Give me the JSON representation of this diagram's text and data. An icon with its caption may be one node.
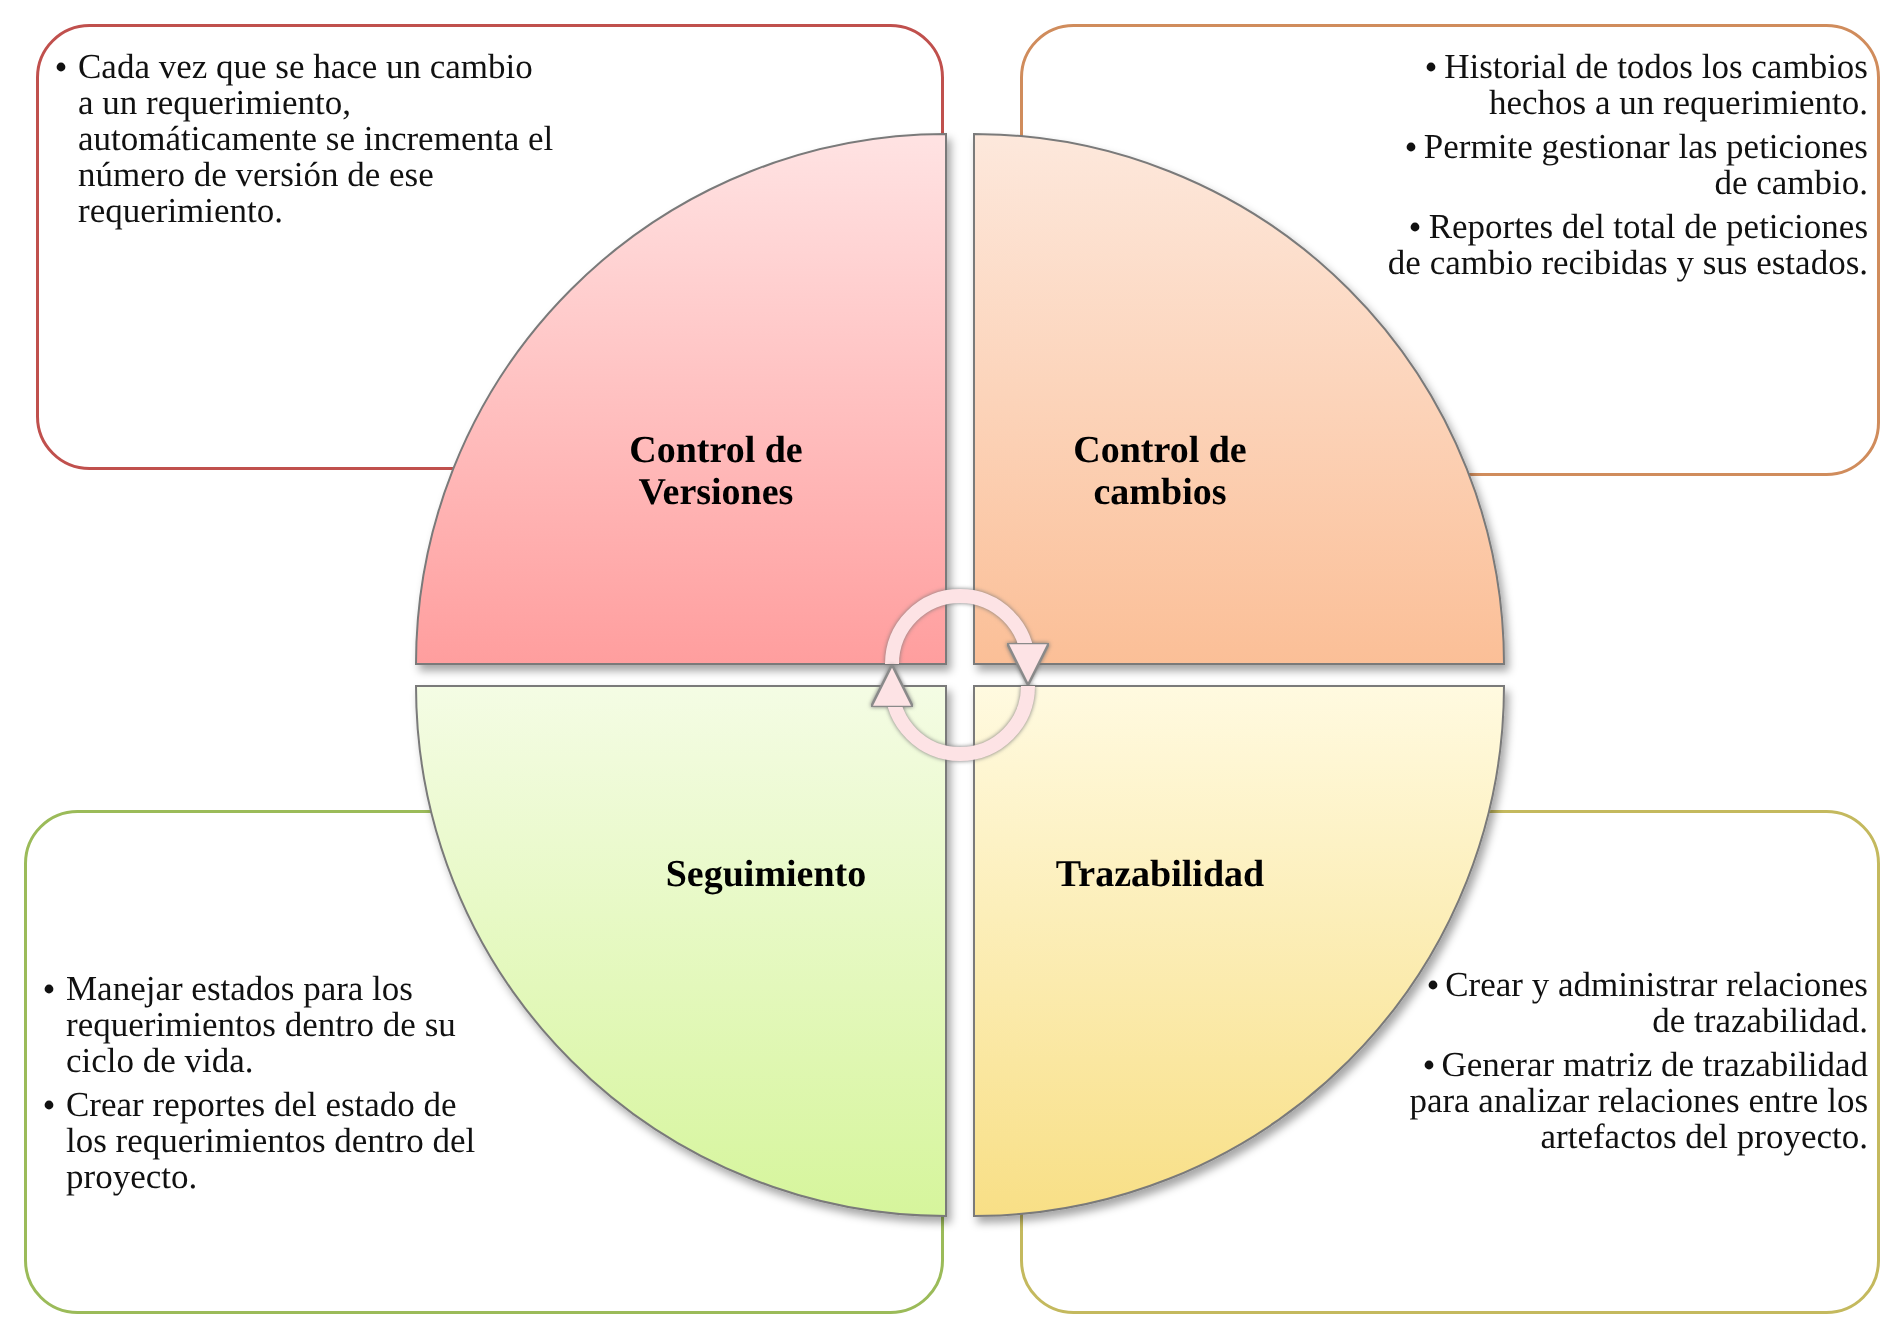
{
  "diagram": {
    "nodes": [
      {
        "text": [
          "Cada vez que se hace un cambio a un requerimiento, automáticamente se incrementa el número de versión de ese requerimiento."
        ]
      },
      {
        "text": [
          "Historial de todos los cambios hechos a un requerimiento.",
          "Permite gestionar las peticiones de cambio.",
          "Reportes del total de peticiones de cambio recibidas y sus estados."
        ]
      },
      {
        "text": [
          "Control de Versiones"
        ]
      },
      {
        "text": [
          "Control de cambios"
        ]
      },
      {
        "text": [
          "Seguimiento"
        ]
      },
      {
        "text": [
          "Trazabilidad"
        ]
      },
      {
        "text": [
          "Manejar estados para los requerimientos dentro de su ciclo de vida.",
          "Crear reportes del estado de los requerimientos dentro del proyecto."
        ]
      },
      {
        "text": [
          "Crear y administrar relaciones de trazabilidad.",
          "Generar matriz de trazabilidad para analizar relaciones entre los artefactos del proyecto."
        ]
      }
    ],
    "edges": [
      {
        "from": 2,
        "to": 3,
        "arrow": "to"
      },
      {
        "from": 5,
        "to": 4,
        "arrow": "to"
      }
    ]
  }
}
